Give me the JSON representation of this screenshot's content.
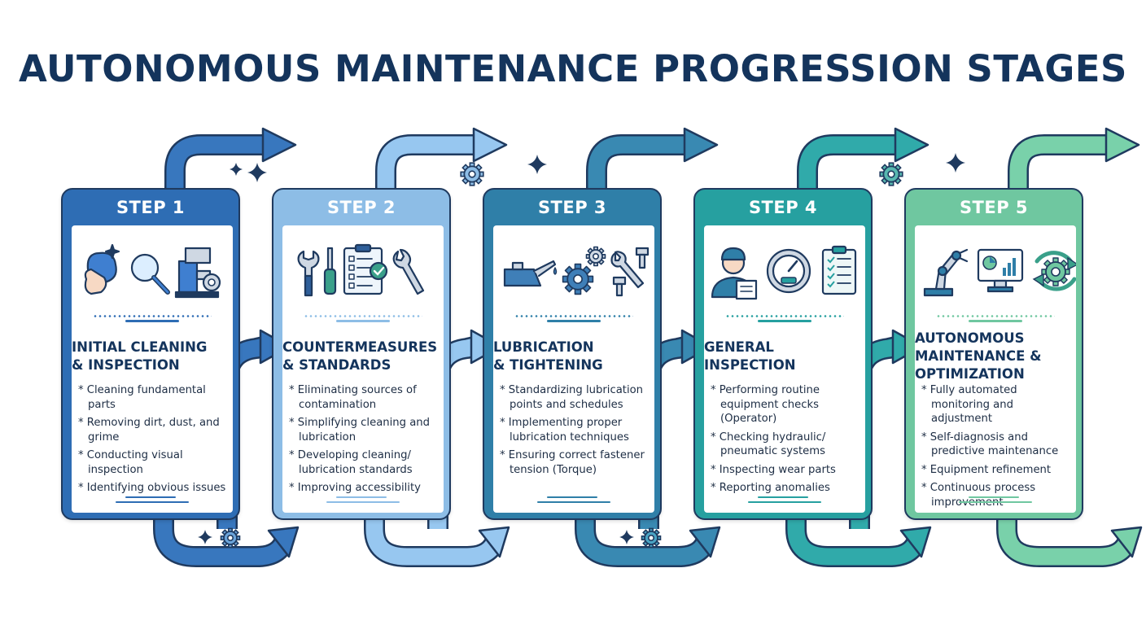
{
  "title": "AUTONOMOUS MAINTENANCE PROGRESSION STAGES",
  "steps": [
    {
      "label": "STEP 1",
      "title": [
        "INITIAL CLEANING",
        "& INSPECTION"
      ],
      "bullets": [
        "Cleaning fundamental parts",
        "Removing dirt, dust, and grime",
        "Conducting visual inspection",
        "Identifying obvious issues"
      ],
      "icons": [
        "cleaning-cloth-icon",
        "magnifying-glass-icon",
        "machine-gear-icon"
      ],
      "color": "#2e6db4"
    },
    {
      "label": "STEP 2",
      "title": [
        "COUNTERMEASURES",
        "& STANDARDS"
      ],
      "bullets": [
        "Eliminating sources of contamination",
        "Simplifying cleaning and lubrication",
        "Developing cleaning/ lubrication standards",
        "Improving accessibility"
      ],
      "icons": [
        "wrench-icon",
        "screwdriver-icon",
        "checklist-icon",
        "spanner-icon"
      ],
      "color": "#8dbde6"
    },
    {
      "label": "STEP 3",
      "title": [
        "LUBRICATION",
        "& TIGHTENING"
      ],
      "bullets": [
        "Standardizing lubrication points and schedules",
        "Implementing proper lubrication techniques",
        "Ensuring correct fastener tension (Torque)"
      ],
      "icons": [
        "oil-can-icon",
        "gears-icon",
        "wrench-bolt-icon"
      ],
      "color": "#2f7fa8"
    },
    {
      "label": "STEP 4",
      "title": [
        "GENERAL",
        "INSPECTION"
      ],
      "bullets": [
        "Performing routine equipment checks (Operator)",
        "Checking hydraulic/ pneumatic systems",
        "Inspecting wear parts",
        "Reporting anomalies"
      ],
      "icons": [
        "operator-icon",
        "pressure-gauge-icon",
        "clipboard-icon"
      ],
      "color": "#26a0a0"
    },
    {
      "label": "STEP 5",
      "title": [
        "AUTONOMOUS",
        "MAINTENANCE &",
        "OPTIMIZATION"
      ],
      "bullets": [
        "Fully automated monitoring and adjustment",
        "Self-diagnosis and predictive maintenance",
        "Equipment refinement",
        "Continuous process improvement"
      ],
      "icons": [
        "robot-arm-icon",
        "monitor-chart-icon",
        "cycle-gear-icon"
      ],
      "color": "#6fc7a0"
    }
  ],
  "colors": {
    "title": "#14345c",
    "text": "#1d2d44",
    "step1": "#2e6db4",
    "step2": "#8dbde6",
    "step3": "#2f7fa8",
    "step4": "#26a0a0",
    "step5": "#6fc7a0",
    "icon_stroke": "#1f3a5f"
  }
}
